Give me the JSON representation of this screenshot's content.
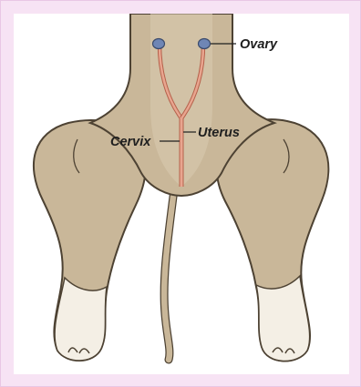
{
  "diagram": {
    "labels": {
      "ovary": "Ovary",
      "uterus": "Uterus",
      "cervix": "Cervix"
    },
    "colors": {
      "background_frame": "#f7e3f4",
      "panel": "#ffffff",
      "fur_tan": "#c9b799",
      "fur_light": "#f4efe5",
      "outline": "#4d4233",
      "reproductive_tract": "#e8a58f",
      "tract_outline": "#b5614b",
      "ovary_blue": "#6f86b5",
      "label_text": "#1f1f1f"
    },
    "icons": [
      "dog-hindquarters-illustration"
    ]
  }
}
